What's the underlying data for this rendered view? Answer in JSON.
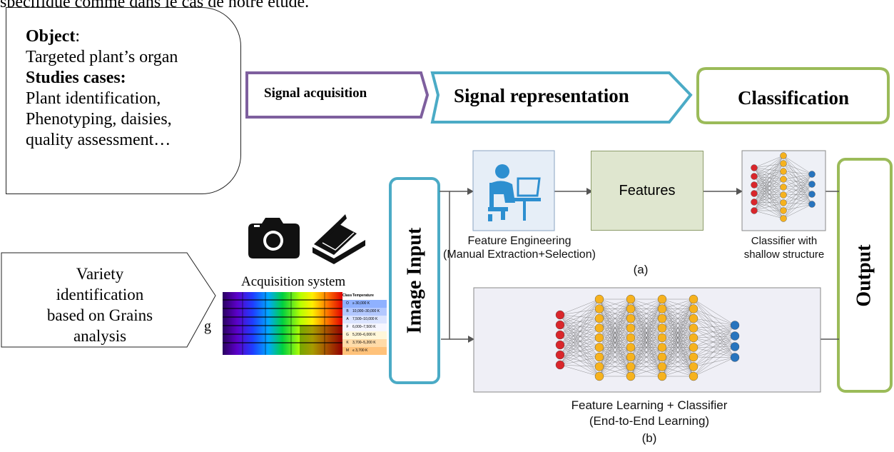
{
  "top_text": "spécifique comme dans le cas de notre étude.",
  "object_box": {
    "object_label": "Object",
    "object_colon": ":",
    "object_value": "Targeted plant’s organ",
    "studies_label": "Studies cases:",
    "studies_lines": [
      "Plant identification,",
      "Phenotyping, daisies,",
      "quality assessment…"
    ]
  },
  "stages": {
    "acquisition": "Signal acquisition",
    "representation": "Signal representation",
    "classification": "Classification"
  },
  "colors": {
    "acquisition": "#7e5f9e",
    "representation": "#4babc6",
    "classification": "#9bbb59",
    "features_bg": "#dfe6cf",
    "nn_red": "#d9262b",
    "nn_orange": "#f6b21e",
    "nn_blue": "#2774be",
    "icon_blue": "#2d8fd0"
  },
  "variety_text": "Variety identification based on Grains analysis",
  "variety_lines": [
    "Variety",
    "identification",
    "based on Grains",
    "analysis"
  ],
  "stray_letter": "g",
  "acquisition_system": "Acquisition system",
  "spectrum_table": {
    "headers": [
      "Class",
      "Temperature"
    ],
    "rows": [
      [
        "O",
        "≥ 30,000 K"
      ],
      [
        "B",
        "10,000–30,000 K"
      ],
      [
        "A",
        "7,500–10,000 K"
      ],
      [
        "F",
        "6,000–7,500 K"
      ],
      [
        "G",
        "5,200–6,000 K"
      ],
      [
        "K",
        "3,700–5,200 K"
      ],
      [
        "M",
        "≤ 3,700 K"
      ]
    ]
  },
  "image_input": "Image Input",
  "output": "Output",
  "features_label": "Features",
  "feature_engineering": [
    "Feature Engineering",
    "(Manual Extraction+Selection)"
  ],
  "classifier_shallow": [
    "Classifier with",
    "shallow structure"
  ],
  "label_a": "(a)",
  "feature_learning": [
    "Feature Learning + Classifier",
    "(End-to-End Learning)"
  ],
  "label_b": "(b)",
  "icons": [
    "camera-icon",
    "scanner-icon",
    "engineer-at-computer-icon"
  ]
}
